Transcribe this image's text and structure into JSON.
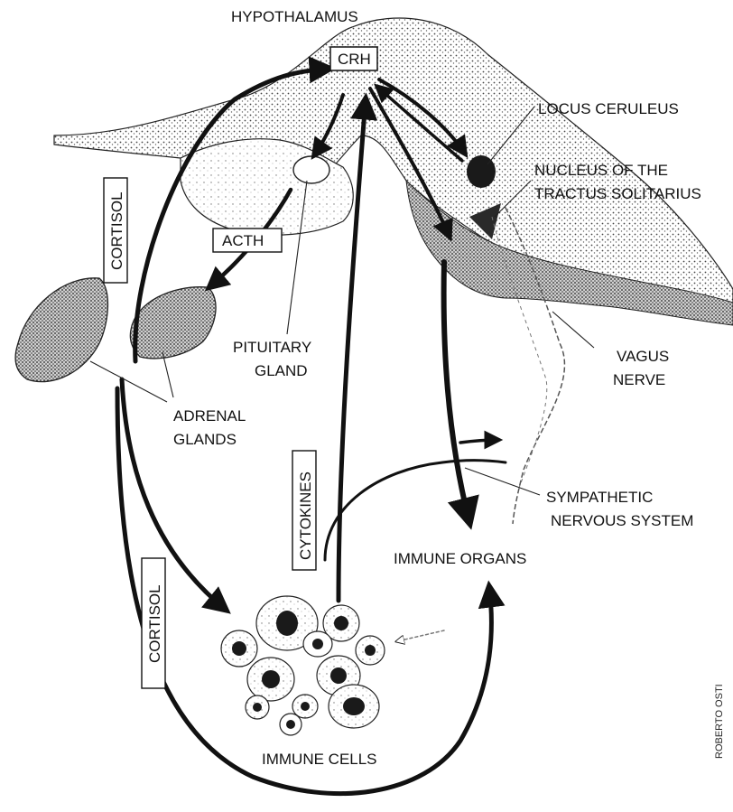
{
  "labels": {
    "hypothalamus": "HYPOTHALAMUS",
    "crh": "CRH",
    "locus_ceruleus": "LOCUS CERULEUS",
    "nucleus_line1": "NUCLEUS OF THE",
    "nucleus_line2": "TRACTUS SOLITARIUS",
    "cortisol_upper": "CORTISOL",
    "acth": "ACTH",
    "pituitary_line1": "PITUITARY",
    "pituitary_line2": "GLAND",
    "vagus_line1": "VAGUS",
    "vagus_line2": "NERVE",
    "adrenal_line1": "ADRENAL",
    "adrenal_line2": "GLANDS",
    "cytokines": "CYTOKINES",
    "sympathetic_line1": "SYMPATHETIC",
    "sympathetic_line2": "NERVOUS SYSTEM",
    "immune_organs": "IMMUNE ORGANS",
    "cortisol_lower": "CORTISOL",
    "immune_cells": "IMMUNE CELLS"
  },
  "credit": "ROBERTO OSTI",
  "colors": {
    "ink": "#111111",
    "shade": "#9a9a9a",
    "paper": "#ffffff"
  }
}
